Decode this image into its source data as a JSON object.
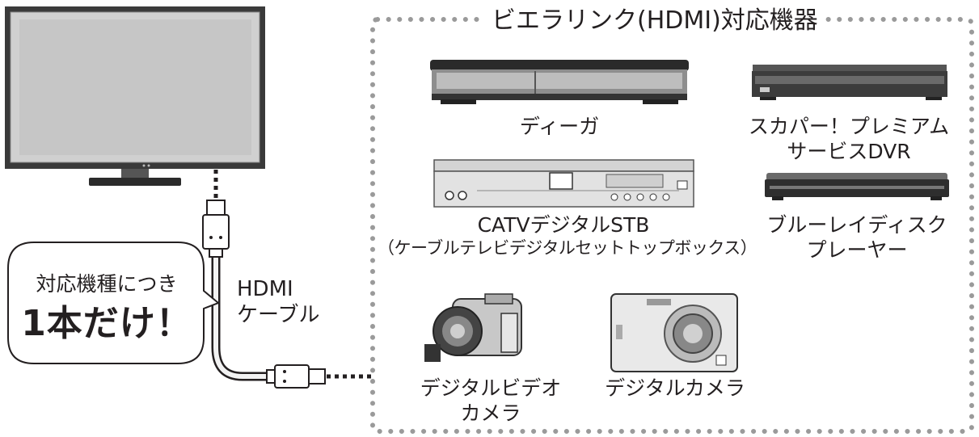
{
  "title": "ビエラリンク(HDMI)対応機器",
  "bubble": {
    "line1": "対応機種につき",
    "line2": "1本だけ！"
  },
  "cable": {
    "line1": "HDMI",
    "line2": "ケーブル"
  },
  "devices": {
    "diga": {
      "line1": "ディーガ"
    },
    "skyperfect": {
      "line1": "スカパー！プレミアム",
      "line2": "サービスDVR"
    },
    "catv": {
      "line1": "CATVデジタルSTB",
      "line2": "（ケーブルテレビデジタルセットトップボックス）"
    },
    "bluray": {
      "line1": "ブルーレイディスク",
      "line2": "プレーヤー"
    },
    "videocam": {
      "line1": "デジタルビデオ",
      "line2": "カメラ"
    },
    "camera": {
      "line1": "デジタルカメラ"
    }
  },
  "colors": {
    "dots": "#9a9a9a",
    "ink": "#231f20",
    "tv_screen": "#cfcfcf",
    "tv_frame": "#3a3a3a",
    "cable": "#f2f2f2"
  }
}
